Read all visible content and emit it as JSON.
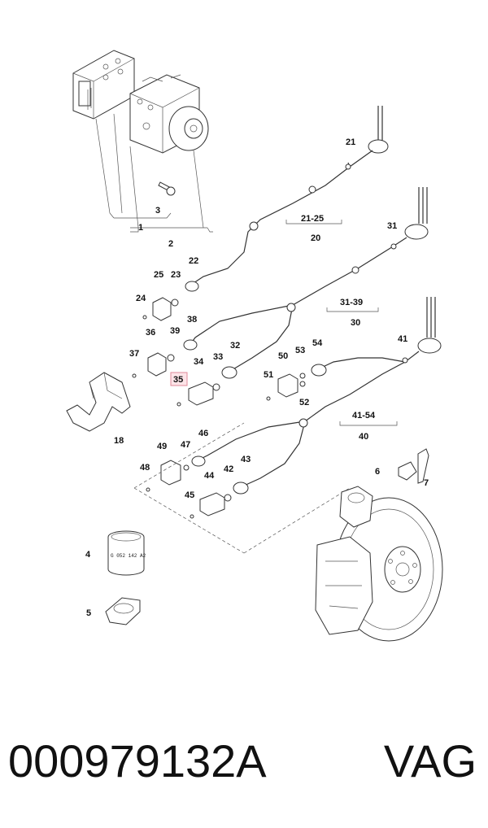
{
  "callouts": {
    "c1": "1",
    "c2": "2",
    "c3": "3",
    "c4": "4",
    "c5": "5",
    "c6": "6",
    "c7": "7",
    "c18": "18",
    "c20": "20",
    "c21": "21",
    "c21_25": "21-25",
    "c22": "22",
    "c23": "23",
    "c24": "24",
    "c25": "25",
    "c30": "30",
    "c31": "31",
    "c31_39": "31-39",
    "c32": "32",
    "c33": "33",
    "c34": "34",
    "c35": "35",
    "c36": "36",
    "c37": "37",
    "c38": "38",
    "c39": "39",
    "c40": "40",
    "c41": "41",
    "c41_54": "41-54",
    "c42": "42",
    "c43": "43",
    "c44": "44",
    "c45": "45",
    "c46": "46",
    "c47": "47",
    "c48": "48",
    "c49": "49",
    "c50": "50",
    "c51": "51",
    "c52": "52",
    "c53": "53",
    "c54": "54"
  },
  "sleeve_text": "G 052 142 A2",
  "highlighted_callout": "35",
  "highlight_color": "#fde4e8",
  "caption": {
    "part_number": "000979132A",
    "brand": "VAG"
  }
}
